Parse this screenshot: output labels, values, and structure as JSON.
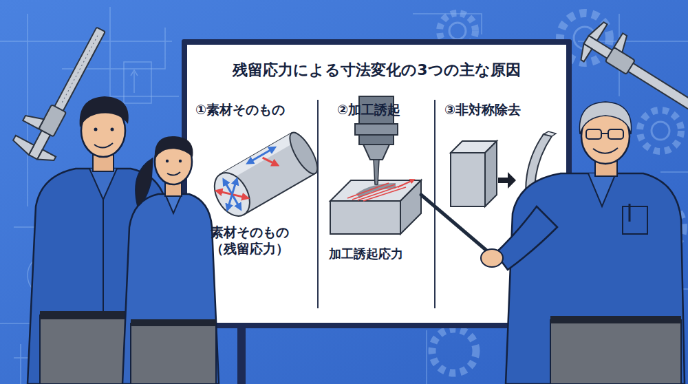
{
  "diagram": {
    "title": "残留応力による寸法変化の3つの主な原因",
    "labels": [
      "①素材そのもの",
      "②加工誘起",
      "③非対称除去",
      "素材そのもの （残留応力）",
      "加工誘起応力"
    ]
  }
}
